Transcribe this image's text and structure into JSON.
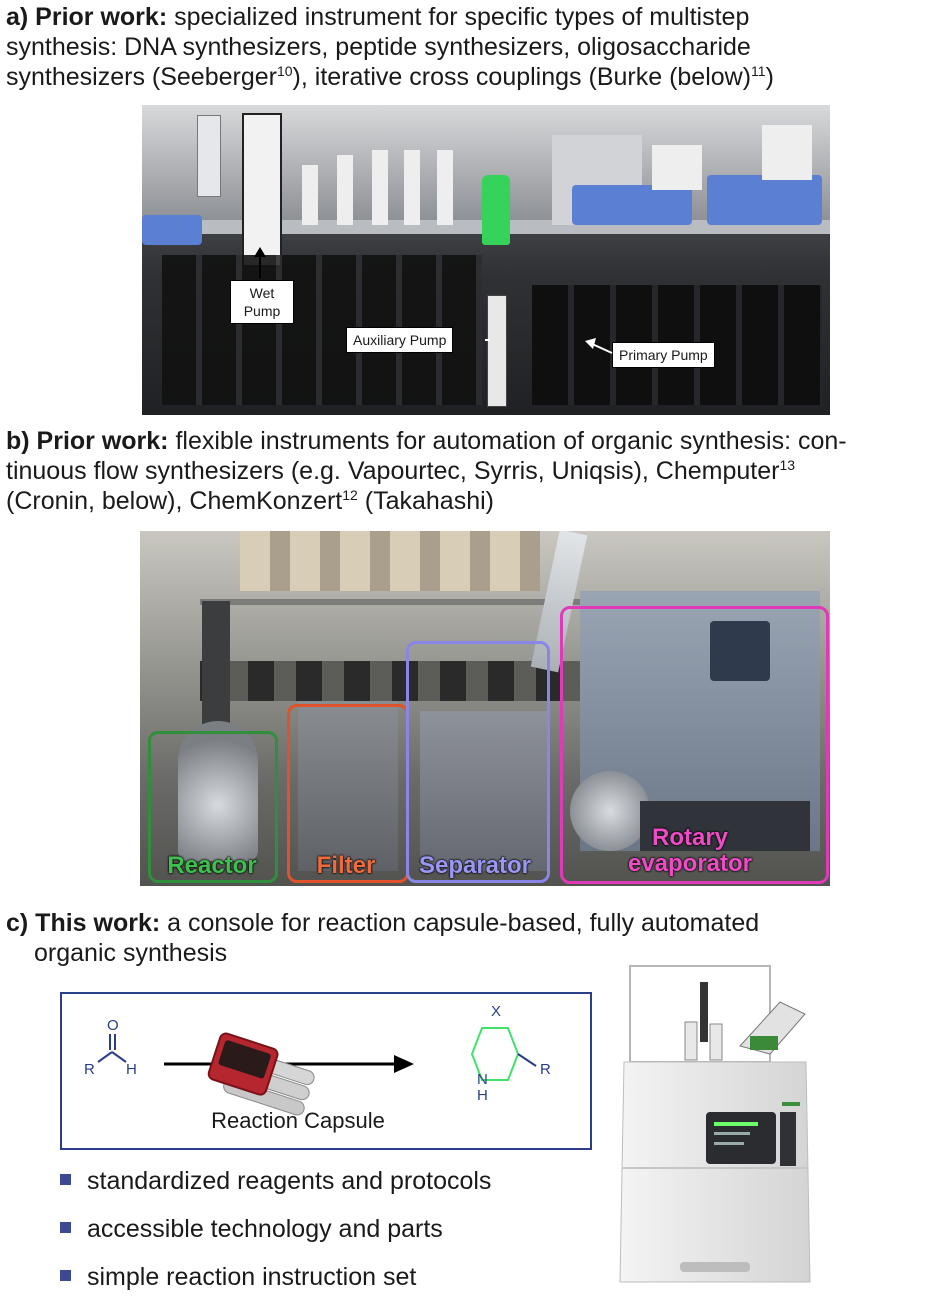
{
  "section_a": {
    "label": "a) Prior work:",
    "text_1": " specialized instrument for specific types of multistep",
    "text_2": "synthesis: DNA synthesizers, peptide synthesizers, oligosaccharide",
    "text_3": "synthesizers (Seeberger",
    "ref_1": "10",
    "text_4": "), iterative cross couplings (Burke (below)",
    "ref_2": "11",
    "text_5": ")",
    "photo_labels": {
      "wet_pump": "Wet\nPump",
      "auxiliary_pump": "Auxiliary Pump",
      "primary_pump": "Primary Pump"
    }
  },
  "section_b": {
    "label": "b) Prior work:",
    "text_1": " flexible instruments for automation of organic synthesis: con-",
    "text_2": "tinuous flow synthesizers (e.g. Vapourtec, Syrris, Uniqsis), Chemputer",
    "ref_1": "13",
    "text_3": "(Cronin, below), ChemKonzert",
    "ref_2": "12",
    "text_4": " (Takahashi)",
    "regions": {
      "reactor": "Reactor",
      "filter": "Filter",
      "separator": "Separator",
      "rotary_evaporator_1": "Rotary",
      "rotary_evaporator_2": "evaporator"
    },
    "colors": {
      "reactor": "#2f8f3a",
      "filter": "#e0532a",
      "separator": "#8a86e8",
      "rotary_evaporator": "#e03ab8"
    }
  },
  "section_c": {
    "label": "c) This work:",
    "text_1": " a console for reaction capsule-based, fully automated",
    "text_2": "organic synthesis",
    "scheme": {
      "atom_o": "O",
      "atom_r_left": "R",
      "atom_h": "H",
      "atom_x": "X",
      "atom_n": "N",
      "atom_h_n": "H",
      "atom_r_right": "R",
      "caption": "Reaction Capsule"
    },
    "bullets": [
      "standardized reagents and protocols",
      "accessible technology and parts",
      "simple reaction instruction set"
    ],
    "colors": {
      "box_border": "#2a3e8a",
      "product": "#3fe36a",
      "bullet": "#3d4a93"
    }
  }
}
